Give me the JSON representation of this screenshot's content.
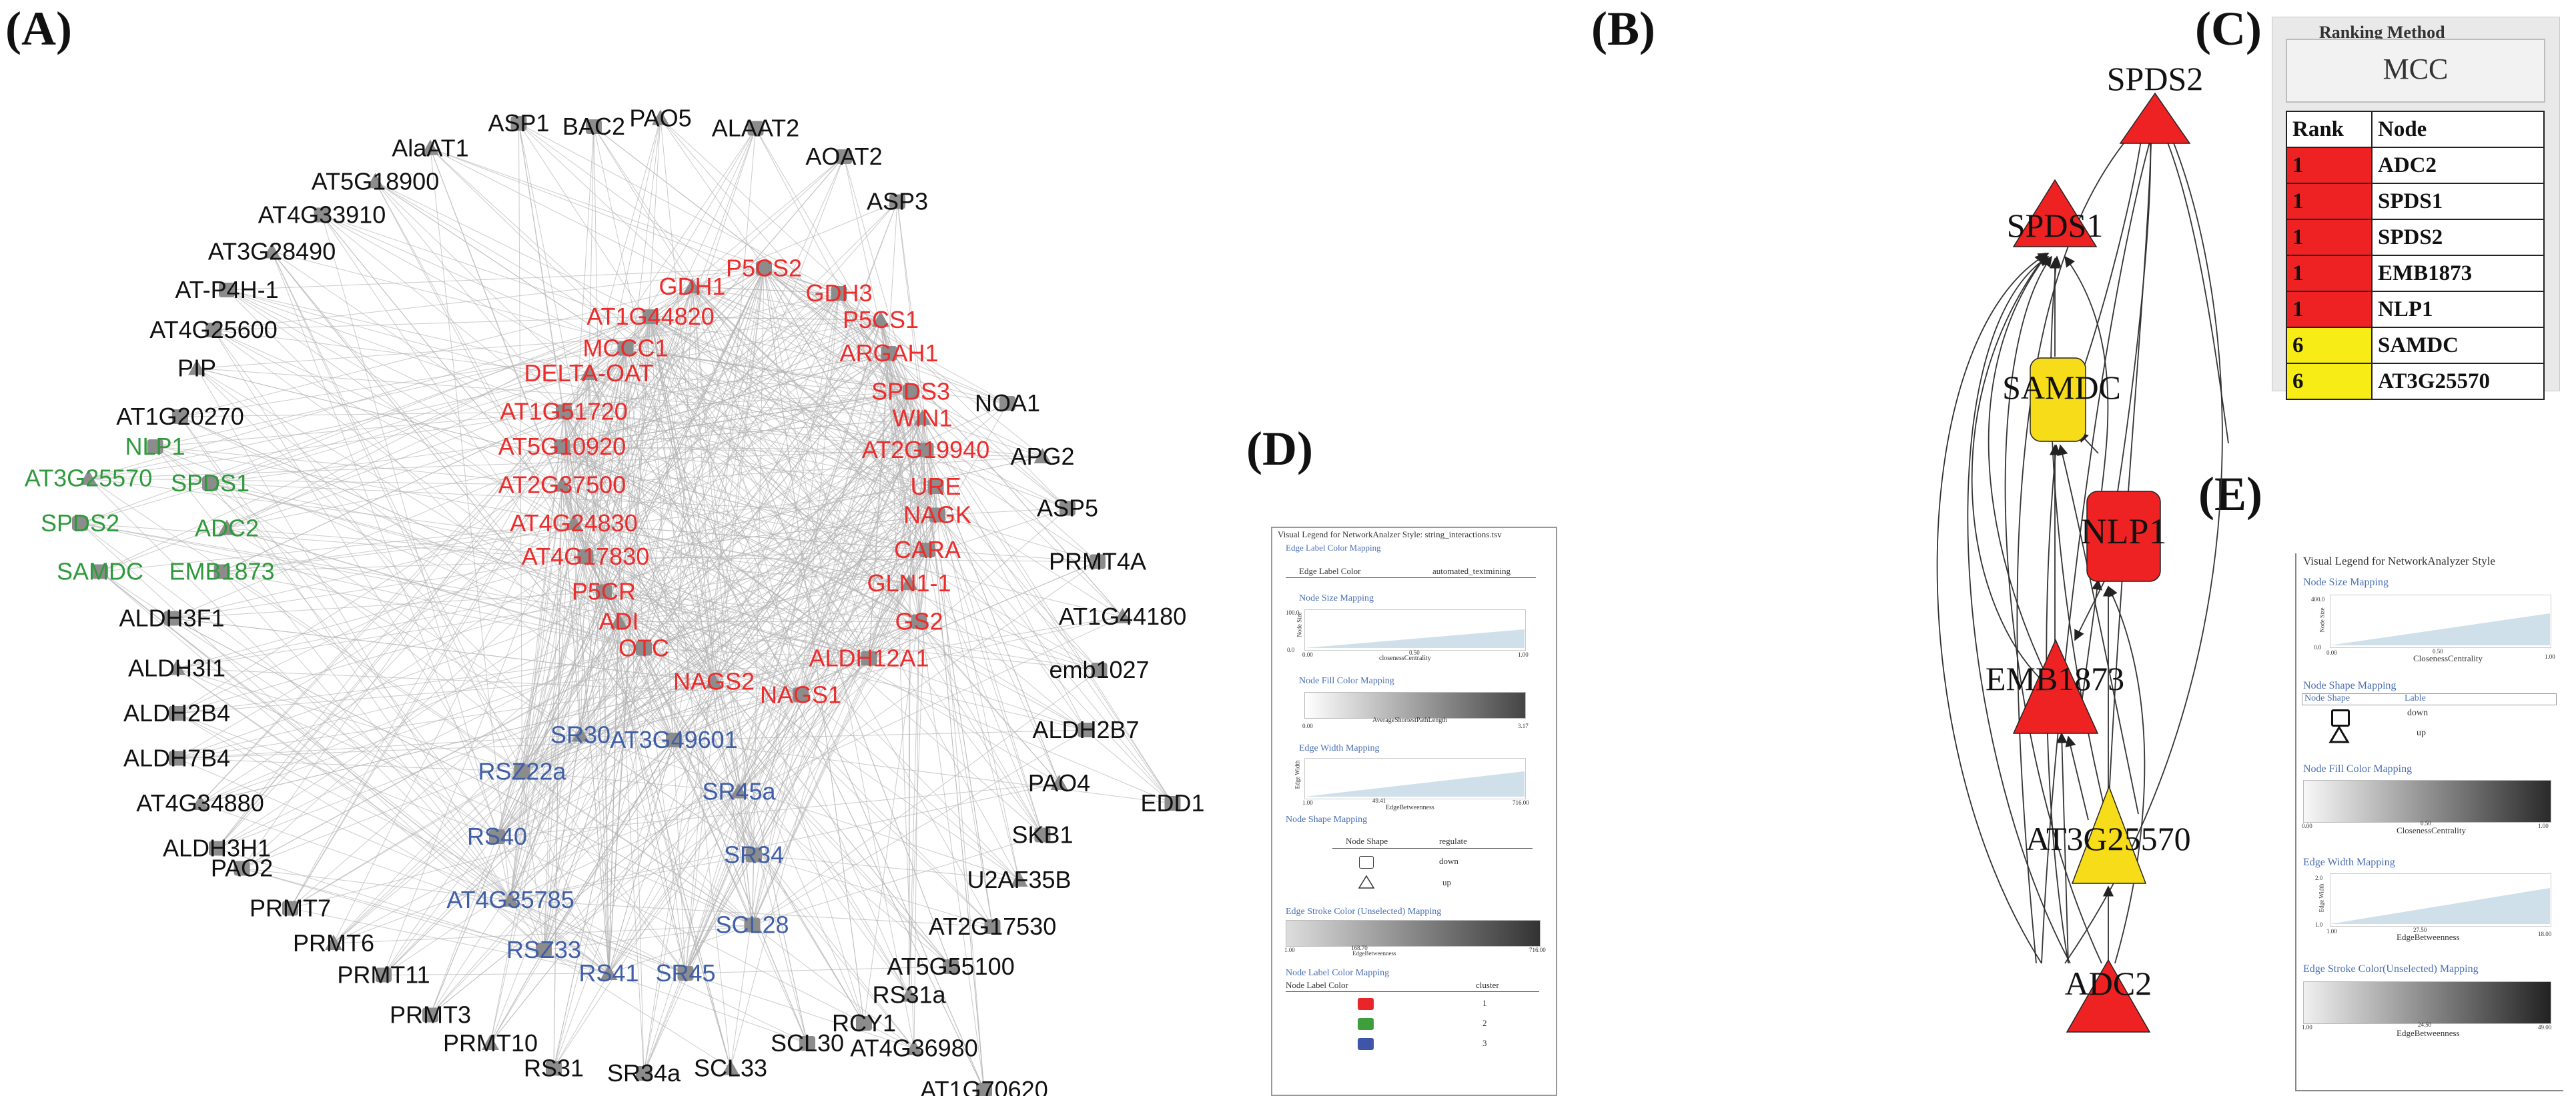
{
  "panel_labels": {
    "a": "(A)",
    "b": "(B)",
    "c": "(C)",
    "d": "(D)",
    "e": "(E)"
  },
  "panel_a": {
    "colors": {
      "red": "#ee2b2b",
      "green": "#2f9a3c",
      "blue": "#3f5ea8",
      "black": "#111111",
      "edge": "#b5b5b5",
      "node": "#8c8c8c"
    },
    "black_labels": [
      "AlaAT1",
      "ASP1",
      "BAC2",
      "PAO5",
      "ALAAT2",
      "AOAT2",
      "AT5G18900",
      "ASP3",
      "AT4G33910",
      "AT3G28490",
      "AT-P4H-1",
      "AT4G25600",
      "PIP",
      "AT1G20270",
      "NOA1",
      "APG2",
      "ASP5",
      "PRMT4A",
      "AT1G44180",
      "emb1027",
      "ALDH3F1",
      "ALDH3I1",
      "ALDH2B4",
      "ALDH7B4",
      "AT4G34880",
      "ALDH3H1",
      "ALDH2B7",
      "PAO4",
      "EDD1",
      "SKB1",
      "U2AF35B",
      "PAO2",
      "PRMT7",
      "PRMT6",
      "PRMT11",
      "PRMT3",
      "PRMT10",
      "AT2G17530",
      "AT5G55100",
      "RS31a",
      "RCY1",
      "SCL30",
      "AT4G36980",
      "RS31",
      "SR34a",
      "SCL33",
      "AT1G70620"
    ],
    "red_labels": [
      "P5CS2",
      "GDH1",
      "GDH3",
      "AT1G44820",
      "P5CS1",
      "MCCC1",
      "ARGAH1",
      "DELTA-OAT",
      "AT1G51720",
      "SPDS3",
      "WIN1",
      "AT5G10920",
      "AT2G19940",
      "AT2G37500",
      "URE",
      "NAGK",
      "AT4G24830",
      "CARA",
      "AT4G17830",
      "GLN1-1",
      "P5CR",
      "GS2",
      "ADI",
      "OTC",
      "ALDH12A1",
      "NAGS2",
      "NAGS1"
    ],
    "green_labels": [
      "NLP1",
      "AT3G25570",
      "SPDS1",
      "SPDS2",
      "ADC2",
      "SAMDC",
      "EMB1873"
    ],
    "blue_labels": [
      "SR30",
      "AT3G49601",
      "RSZ22a",
      "SR45a",
      "RS40",
      "SR34",
      "AT4G35785",
      "SCL28",
      "RSZ33",
      "RS41",
      "SR45"
    ]
  },
  "panel_b": {
    "nodes": {
      "spds2": "SPDS2",
      "spds1": "SPDS1",
      "samdc": "SAMDC",
      "nlp1": "NLP1",
      "emb1873": "EMB1873",
      "at3g25570": "AT3G25570",
      "adc2": "ADC2"
    },
    "colors": {
      "red": "#ee2222",
      "yellow": "#f7dc1a"
    }
  },
  "panel_c": {
    "method_title": "Ranking Method",
    "method_value": "MCC",
    "col_rank": "Rank",
    "col_node": "Node",
    "rows": [
      {
        "rank": "1",
        "node": "ADC2",
        "color": "#ee2222"
      },
      {
        "rank": "1",
        "node": "SPDS1",
        "color": "#ee2222"
      },
      {
        "rank": "1",
        "node": "SPDS2",
        "color": "#ee2222"
      },
      {
        "rank": "1",
        "node": "EMB1873",
        "color": "#ee2222"
      },
      {
        "rank": "1",
        "node": "NLP1",
        "color": "#ee2222"
      },
      {
        "rank": "6",
        "node": "SAMDC",
        "color": "#f7ec16"
      },
      {
        "rank": "6",
        "node": "AT3G25570",
        "color": "#f7ec16"
      }
    ]
  },
  "panel_d": {
    "title": "Visual Legend for NetworkAnalzer Style: string_interactions.tsv",
    "edge_label_color_mapping": "Edge Label Color Mapping",
    "edge_label_color": "Edge Label Color",
    "automated_textmining": "automated_textmining",
    "node_size_mapping": "Node Size Mapping",
    "node_size_axis": "Node Size",
    "node_size_ymax": "100.0",
    "node_size_ymin": "0.0",
    "closeness_label": "closenessCentrality",
    "closeness_ticks": [
      "0.00",
      "0.50",
      "1.00"
    ],
    "node_fill_color_mapping": "Node Fill Color Mapping",
    "avg_shortest": "AverageShortestPathLength",
    "avg_ticks": [
      "0.00",
      "3.17"
    ],
    "edge_width_mapping": "Edge Width Mapping",
    "edge_width_axis": "Edge Width",
    "edge_betweenness": "EdgeBetweenness",
    "ew_ticks": [
      "1.00",
      "49.41",
      "716.00"
    ],
    "node_shape_mapping": "Node Shape Mapping",
    "node_shape": "Node Shape",
    "regulate": "regulate",
    "down": "down",
    "up": "up",
    "edge_stroke_mapping": "Edge Stroke Color (Unselected) Mapping",
    "es_ticks": [
      "1.00",
      "168.70",
      "716.00"
    ],
    "edge_betweenness2": "EdgeBetweenness",
    "node_label_color_mapping": "Node Label Color Mapping",
    "node_label_color": "Node Label Color",
    "cluster": "cluster",
    "clusters": [
      {
        "label": "1",
        "color": "#e8262a"
      },
      {
        "label": "2",
        "color": "#3f9d3c"
      },
      {
        "label": "3",
        "color": "#3f55a8"
      }
    ]
  },
  "panel_e": {
    "title": "Visual Legend for NetworkAnalyzer Style",
    "node_size_mapping": "Node Size Mapping",
    "node_size_axis": "Node Size",
    "ns_ymax": "400.0",
    "ns_ymin": "0.0",
    "closeness": "ClosenessCentrality",
    "ns_ticks": [
      "0.00",
      "0.50",
      "1.00"
    ],
    "node_shape_mapping": "Node Shape Mapping",
    "node_shape": "Node Shape",
    "lable": "Lable",
    "down": "down",
    "up": "up",
    "node_fill_mapping": "Node Fill Color Mapping",
    "closeness2": "ClosenessCentrality",
    "nf_ticks": [
      "0.00",
      "0.50",
      "1.00"
    ],
    "edge_width_mapping": "Edge Width Mapping",
    "edge_width_axis": "Edge Width",
    "ew_ymax": "2.0",
    "ew_ymin": "1.0",
    "edge_betweenness": "EdgeBetweenness",
    "ew_ticks": [
      "1.00",
      "27.50",
      "18.00"
    ],
    "edge_stroke_mapping": "Edge Stroke Color(Unselected) Mapping",
    "edge_betweenness2": "EdgeBetweenness",
    "es_ticks": [
      "1.00",
      "24.50",
      "49.00"
    ]
  }
}
